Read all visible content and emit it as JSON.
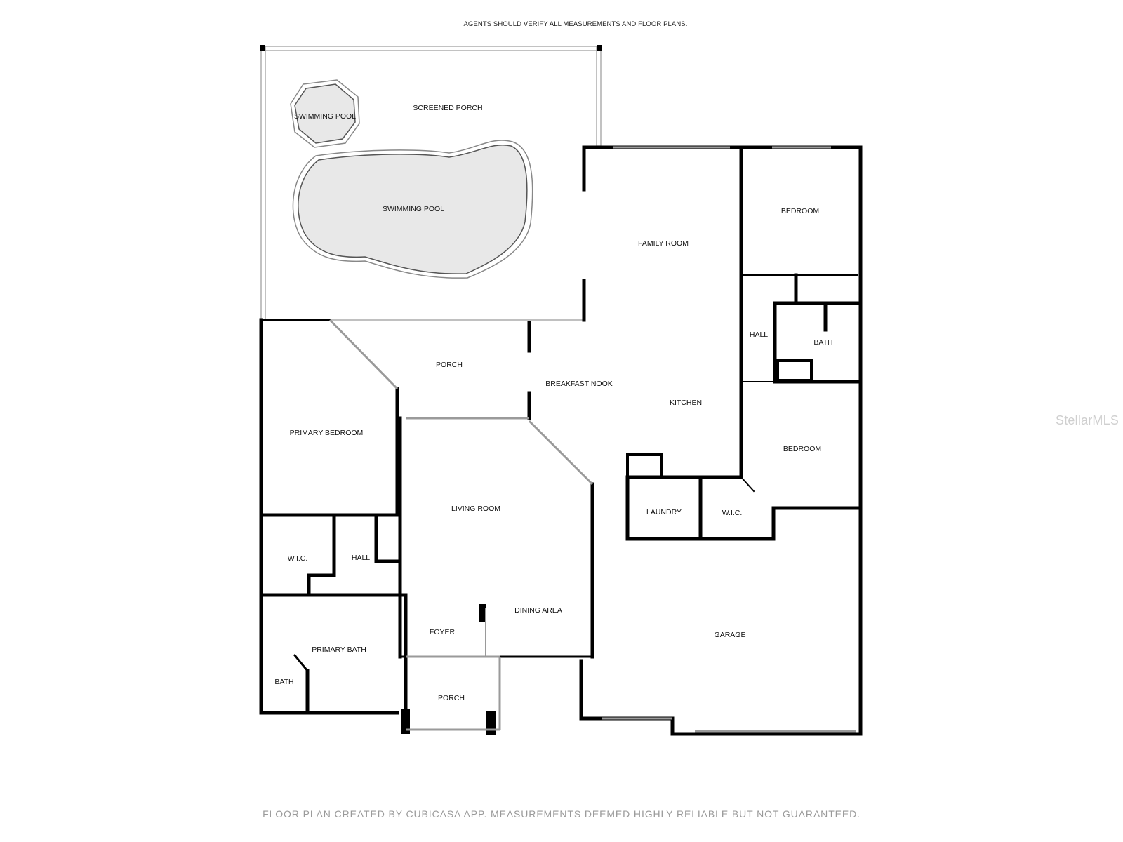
{
  "header": {
    "note": "AGENTS SHOULD VERIFY ALL MEASUREMENTS AND FLOOR PLANS."
  },
  "footer": {
    "disclaimer": "FLOOR PLAN CREATED BY CUBICASA APP. MEASUREMENTS DEEMED HIGHLY RELIABLE BUT NOT GUARANTEED."
  },
  "watermark": {
    "text": "StellarMLS"
  },
  "rooms": {
    "screened_porch": "SCREENED PORCH",
    "swimming_pool_small": "SWIMMING POOL",
    "swimming_pool_large": "SWIMMING POOL",
    "family_room": "FAMILY ROOM",
    "bedroom_north": "BEDROOM",
    "hall_east": "HALL",
    "bath_east": "BATH",
    "porch_rear": "PORCH",
    "breakfast_nook": "BREAKFAST NOOK",
    "kitchen": "KITCHEN",
    "bedroom_east": "BEDROOM",
    "primary_bedroom": "PRIMARY BEDROOM",
    "living_room": "LIVING ROOM",
    "laundry": "LAUNDRY",
    "wic_east": "W.I.C.",
    "wic_primary": "W.I.C.",
    "hall_primary": "HALL",
    "dining_area": "DINING AREA",
    "foyer": "FOYER",
    "primary_bath": "PRIMARY BATH",
    "bath_primary": "BATH",
    "porch_front": "PORCH",
    "garage": "GARAGE"
  },
  "colors": {
    "wall": "#000000",
    "pool_fill": "#e8e8e8",
    "window": "#9a9a9a",
    "footer_text": "#9a9a9a",
    "watermark": "#cfcfcf"
  }
}
